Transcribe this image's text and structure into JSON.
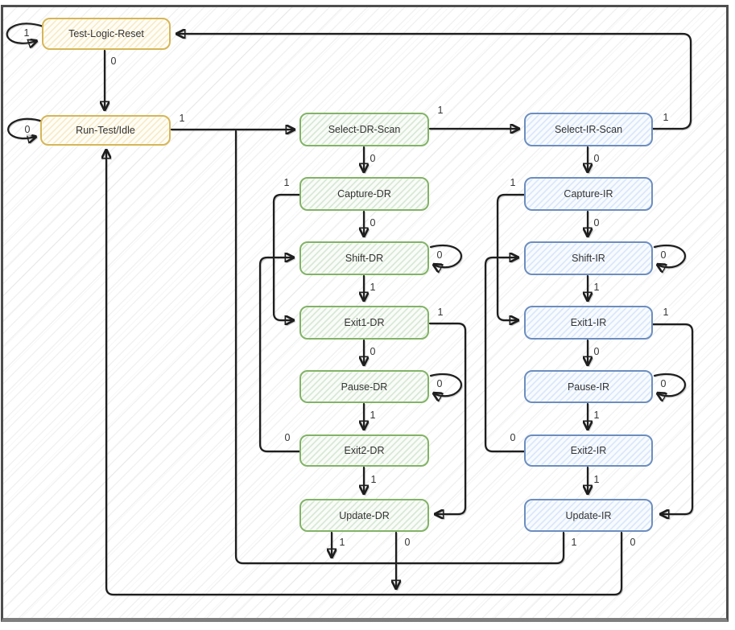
{
  "diagram_type": "state-machine",
  "colors": {
    "edge": "#1e1e1e",
    "label_text": "#333333",
    "yellow_border": "#d6b656",
    "yellow_fill": "#fff2cc",
    "green_border": "#82b366",
    "green_fill": "#d5e8d4",
    "blue_border": "#6c8ebf",
    "blue_fill": "#dae8fc",
    "frame_border": "#4e4e4e",
    "frame_bottom": "#7f7f7f"
  },
  "states": {
    "tlr": "Test-Logic-Reset",
    "rti": "Run-Test/Idle",
    "sdr": "Select-DR-Scan",
    "cdr": "Capture-DR",
    "shdr": "Shift-DR",
    "e1dr": "Exit1-DR",
    "pdr": "Pause-DR",
    "e2dr": "Exit2-DR",
    "udr": "Update-DR",
    "sir": "Select-IR-Scan",
    "cir": "Capture-IR",
    "shir": "Shift-IR",
    "e1ir": "Exit1-IR",
    "pir": "Pause-IR",
    "e2ir": "Exit2-IR",
    "uir": "Update-IR"
  },
  "edge_labels": {
    "tlr_self": "1",
    "tlr_rti": "0",
    "rti_self": "0",
    "rti_sdr": "1",
    "sdr_sir": "1",
    "sir_tlr": "1",
    "sdr_cdr": "0",
    "cdr_shdr": "0",
    "shdr_self": "0",
    "shdr_e1dr": "1",
    "cdr_e1dr": "1",
    "e1dr_pdr": "0",
    "pdr_self": "0",
    "pdr_e2dr": "1",
    "e2dr_shdr": "0",
    "e2dr_udr": "1",
    "e1dr_udr": "1",
    "udr_1": "1",
    "udr_0": "0",
    "sir_cir": "0",
    "cir_shir": "0",
    "shir_self": "0",
    "shir_e1ir": "1",
    "cir_e1ir": "1",
    "e1ir_pir": "0",
    "pir_self": "0",
    "pir_e2ir": "1",
    "e2ir_shir": "0",
    "e2ir_uir": "1",
    "e1ir_uir": "1",
    "uir_1": "1",
    "uir_0": "0"
  }
}
